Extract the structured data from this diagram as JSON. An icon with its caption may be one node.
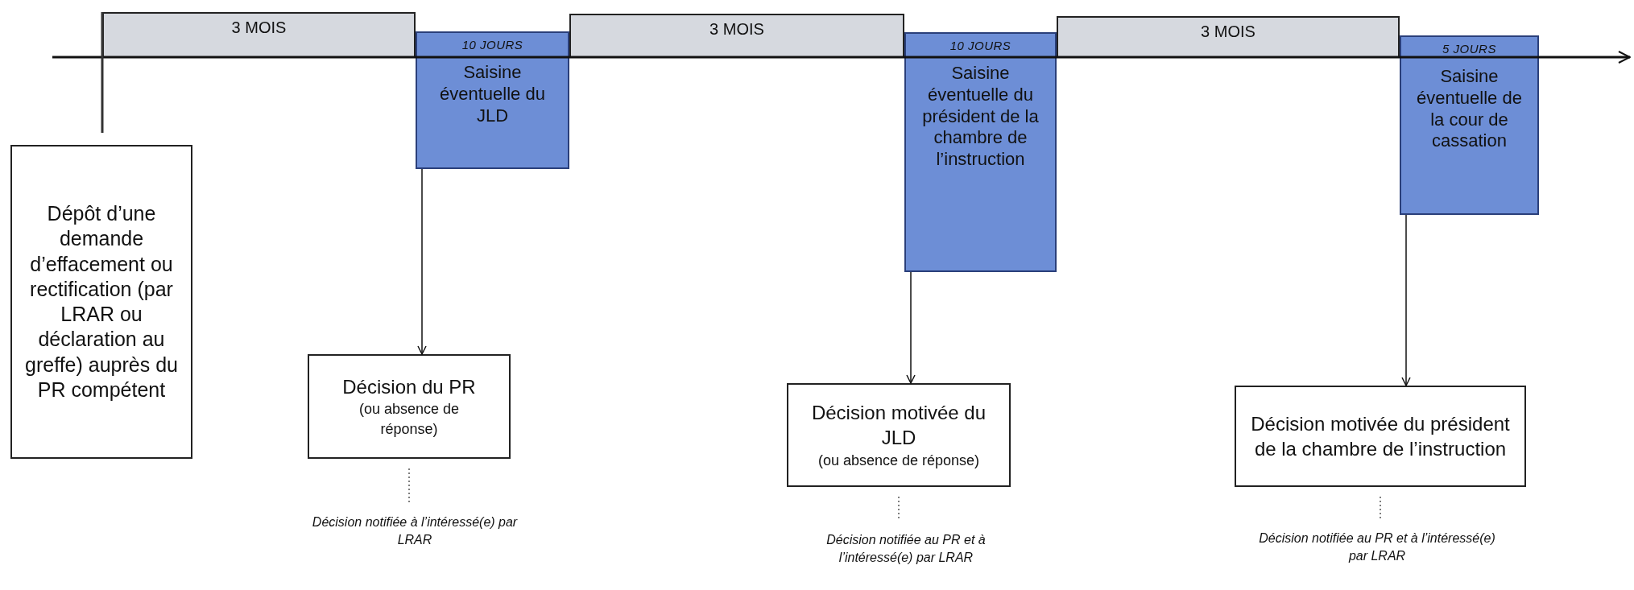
{
  "diagram": {
    "nodes": [
      {
        "text": [
          "Dépôt d’une demande d’effacement ou rectification (par LRAR ou déclaration au greffe) auprès du PR compétent"
        ]
      },
      {
        "text": [
          "3 MOIS"
        ]
      },
      {
        "text": [
          "10 JOURS",
          "Saisine éventuelle du JLD"
        ]
      },
      {
        "text": [
          "3 MOIS"
        ]
      },
      {
        "text": [
          "10 JOURS",
          "Saisine éventuelle du président de la chambre de l’instruction"
        ]
      },
      {
        "text": [
          "3 MOIS"
        ]
      },
      {
        "text": [
          "5 JOURS",
          "Saisine éventuelle de la cour de cassation"
        ]
      },
      {
        "text": [
          "Décision du PR",
          "(ou absence de réponse)"
        ]
      },
      {
        "text": [
          "Décision notifiée à l’intéressé(e) par LRAR"
        ]
      },
      {
        "text": [
          "Décision motivée du JLD",
          "(ou absence de réponse)"
        ]
      },
      {
        "text": [
          "Décision notifiée au PR et à l’intéressé(e) par LRAR"
        ]
      },
      {
        "text": [
          "Décision motivée du président de la chambre de l’instruction"
        ]
      },
      {
        "text": [
          "Décision notifiée au PR et à l’intéressé(e) par LRAR"
        ]
      }
    ],
    "edges": [
      {
        "from": 2,
        "to": 7,
        "arrow": "to"
      },
      {
        "from": 7,
        "to": 8,
        "arrow": "none",
        "style": "dashed"
      },
      {
        "from": 4,
        "to": 9,
        "arrow": "to"
      },
      {
        "from": 9,
        "to": 10,
        "arrow": "none",
        "style": "dashed"
      },
      {
        "from": 6,
        "to": 11,
        "arrow": "to"
      },
      {
        "from": 11,
        "to": 12,
        "arrow": "none",
        "style": "dashed"
      }
    ]
  }
}
